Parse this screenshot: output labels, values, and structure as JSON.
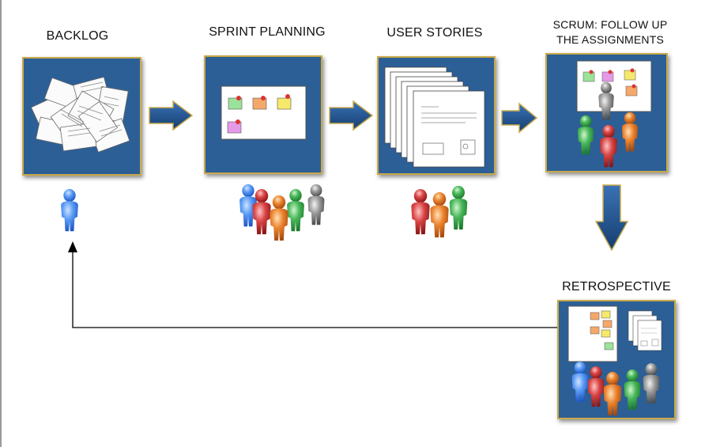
{
  "stages": [
    {
      "id": "backlog",
      "title": "BACKLOG"
    },
    {
      "id": "sprint_planning",
      "title": "SPRINT PLANNING"
    },
    {
      "id": "user_stories",
      "title": "USER STORIES"
    },
    {
      "id": "scrum",
      "title_line1": "SCRUM: FOLLOW UP",
      "title_line2": "THE ASSIGNMENTS"
    },
    {
      "id": "retrospective",
      "title": "RETROSPECTIVE"
    }
  ],
  "colors": {
    "panel_fill": "#2c5f96",
    "panel_border": "#c9a94a",
    "arrow_fill": "#1f4f88",
    "note_green": "#9be29b",
    "note_orange": "#f6a86a",
    "note_yellow": "#f5e86a",
    "note_pink": "#e59ae8",
    "person_blue": "#4d8ff0",
    "person_red": "#d23a3a",
    "person_orange": "#e8782a",
    "person_green": "#3fae53",
    "person_gray": "#8a8a8a"
  },
  "icons": [
    "paper-pile-icon",
    "sticky-note-board-icon",
    "document-stack-icon",
    "person-icon",
    "right-arrow-icon",
    "down-arrow-icon",
    "loop-back-arrow-icon"
  ]
}
